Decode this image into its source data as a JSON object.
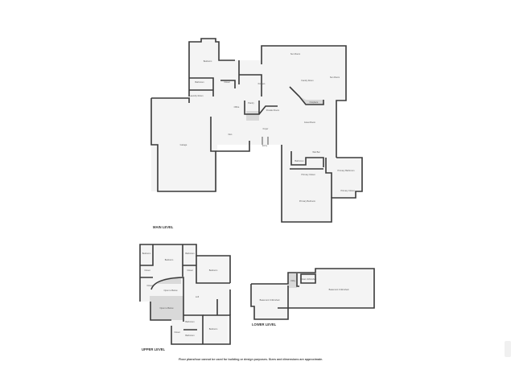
{
  "main_level": {
    "label": "MAIN LEVEL",
    "rooms": [
      "Bedroom",
      "Bathroom",
      "Closet",
      "Laundry Room",
      "Garage",
      "Office",
      "Den",
      "Kitchen",
      "Sun Room",
      "Family Room",
      "Sun Room",
      "Pantry",
      "Powder Room",
      "Fireplace",
      "Foyer",
      "Entry",
      "Great Room",
      "Wet Bar",
      "Bathroom",
      "Primary Closet",
      "Primary Bathroom",
      "Primary Closet",
      "Primary Bedroom"
    ]
  },
  "upper_level": {
    "label": "UPPER LEVEL",
    "rooms": [
      "Bedroom",
      "Bedroom",
      "Bathroom",
      "Closet",
      "Closet",
      "Bedroom",
      "Closet",
      "Open to Below",
      "Open to Below",
      "Loft",
      "Bathroom",
      "Bathroom",
      "Closet",
      "Bedroom"
    ]
  },
  "lower_level": {
    "label": "LOWER LEVEL",
    "rooms": [
      "Basement Unfinished",
      "Utility",
      "Closet Unfinished",
      "Basement Unfinished"
    ]
  },
  "disclaimer": "Floor plans/tour cannot be used for building or design purposes. Sizes and dimensions are approximate.",
  "colors": {
    "wall": "#3a3a3a",
    "floor": "#f4f4f4",
    "shaded": "#d9d9d9"
  }
}
